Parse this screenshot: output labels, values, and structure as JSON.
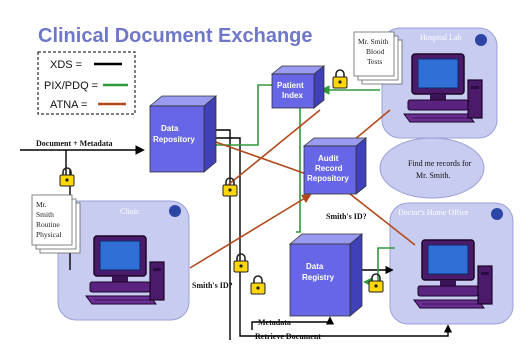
{
  "title": "Clinical Document Exchange",
  "legend": {
    "xds": "XDS =",
    "pix": "PIX/PDQ =",
    "atna": "ATNA ="
  },
  "colors": {
    "title": "#6f78c8",
    "xds": "#000000",
    "pix": "#2e9b3a",
    "atna": "#b34a1c",
    "box": "#6666e6",
    "room": "#c8ccf0",
    "lock": "#ffd60a"
  },
  "nodes": {
    "data_repository": [
      "Data",
      "Repository"
    ],
    "patient_index": [
      "Patient",
      "Index"
    ],
    "audit_record_repository": [
      "Audit",
      "Record",
      "Repository"
    ],
    "data_registry": [
      "Data",
      "Registry"
    ]
  },
  "rooms": {
    "hospital_lab": "Hospital Lab",
    "clinic": "Clinic",
    "doctors_home_office": "Doctor's Home Office"
  },
  "documents": {
    "blood_tests": [
      "Mr. Smith",
      "Blood",
      "Tests"
    ],
    "routine_physical": [
      "Mr.",
      "Smith",
      "Routine",
      "Physical"
    ]
  },
  "speech_bubble": [
    "Find me records for",
    "Mr. Smith."
  ],
  "flow_labels": {
    "document_metadata": "Document + Metadata",
    "smiths_id_1": "Smith's ID?",
    "smiths_id_2": "Smith's ID?",
    "metadata": "Metadata",
    "retrieve_document": "Retrieve Document"
  },
  "icons": [
    "lock-icon",
    "computer-icon",
    "server-box-icon",
    "document-stack-icon"
  ]
}
